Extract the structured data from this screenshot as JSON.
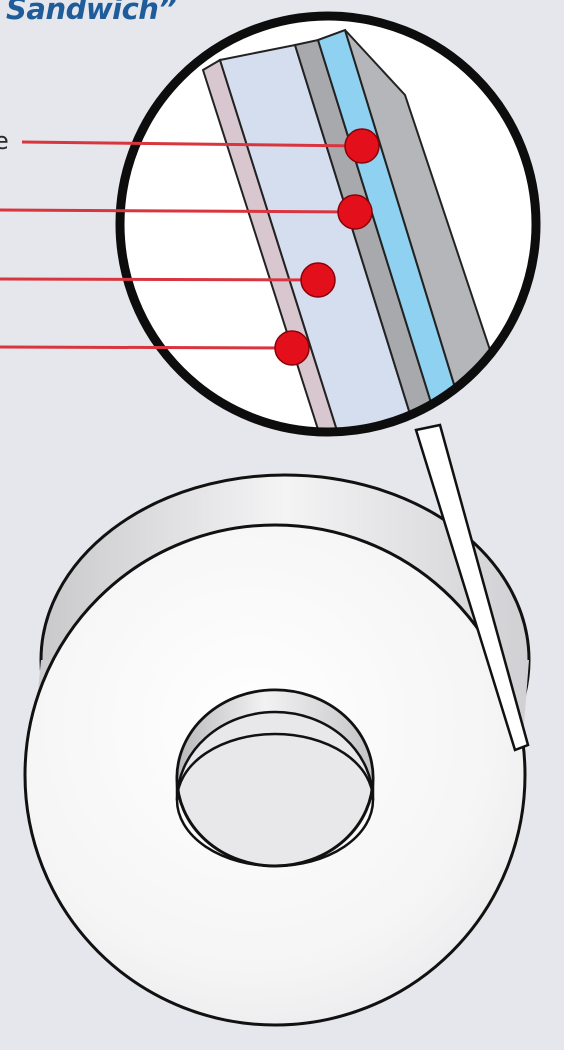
{
  "title_fragment": "Sandwich”",
  "callout_fragment": "e",
  "colors": {
    "title": "#1f5d9a",
    "background": "#e6e7ec",
    "marker": "#e3101b",
    "leader_line": "#d8353f",
    "outline": "#111111",
    "layer_pink": "#d9c7d0",
    "layer_pale_blue": "#d5deef",
    "layer_gray": "#a7a9ad",
    "layer_sky_blue": "#8fd1f0",
    "layer_dark_gray": "#b4b6ba",
    "roll_face": "#f7f7f7"
  },
  "icons": [
    "magnifier-circle",
    "tape-roll",
    "layer-marker"
  ]
}
